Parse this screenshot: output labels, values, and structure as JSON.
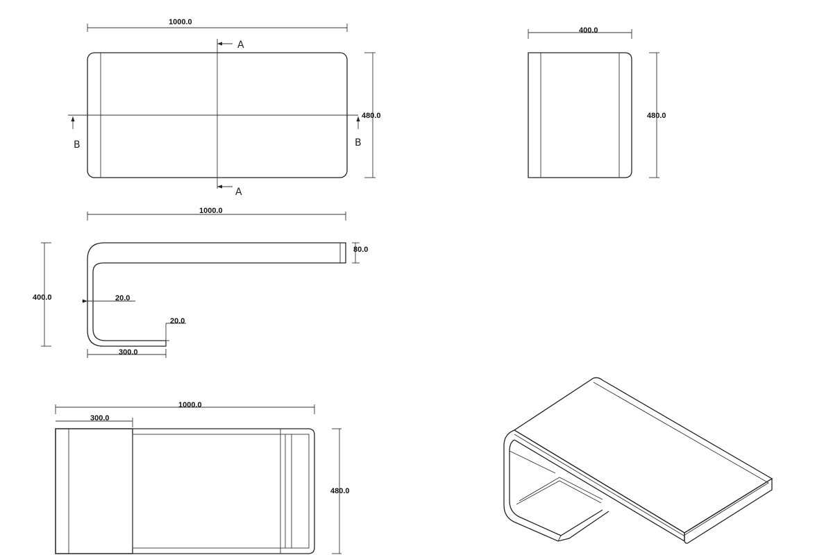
{
  "top_view": {
    "width_label": "1000.0",
    "depth_label": "480.0",
    "section_a": "A",
    "section_b": "B"
  },
  "side_view": {
    "width_label": "400.0",
    "depth_label": "480.0"
  },
  "front_section": {
    "width_label": "1000.0",
    "height_label": "400.0",
    "top_thickness_label": "80.0",
    "wall_thickness_label": "20.0",
    "base_thickness_label": "20.0",
    "base_length_label": "300.0"
  },
  "bottom_view": {
    "width_label": "1000.0",
    "base_length_label": "300.0",
    "depth_label": "480.0"
  },
  "colors": {
    "line": "#222222",
    "background": "#ffffff"
  }
}
